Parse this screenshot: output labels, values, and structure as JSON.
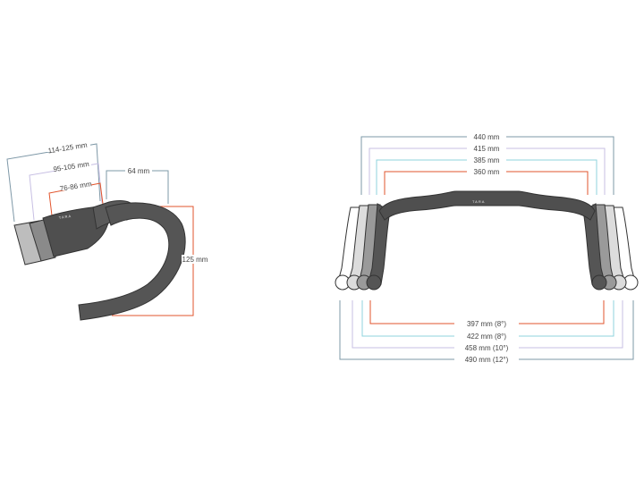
{
  "side_view": {
    "reach_labels": [
      "114-125 mm",
      "95-105 mm",
      "76-86 mm"
    ],
    "top_label": "64 mm",
    "drop_label": "125 mm",
    "brand_text": "TARA"
  },
  "front_view": {
    "top_widths": [
      "440 mm",
      "415 mm",
      "385 mm",
      "360 mm"
    ],
    "bottom_widths": [
      "397 mm (8°)",
      "422 mm (8°)",
      "458 mm (10°)",
      "490 mm (12°)"
    ],
    "brand_text": "TARA"
  },
  "colors": {
    "size1": "#e2542c",
    "size2": "#8fd3dc",
    "size3": "#c7bfe3",
    "size4": "#7e98a7",
    "bar_dark": "#4a4a4a",
    "bar_mid": "#8a8a8a",
    "bar_light": "#bdbdbd",
    "bar_lighter": "#dcdcdc"
  }
}
